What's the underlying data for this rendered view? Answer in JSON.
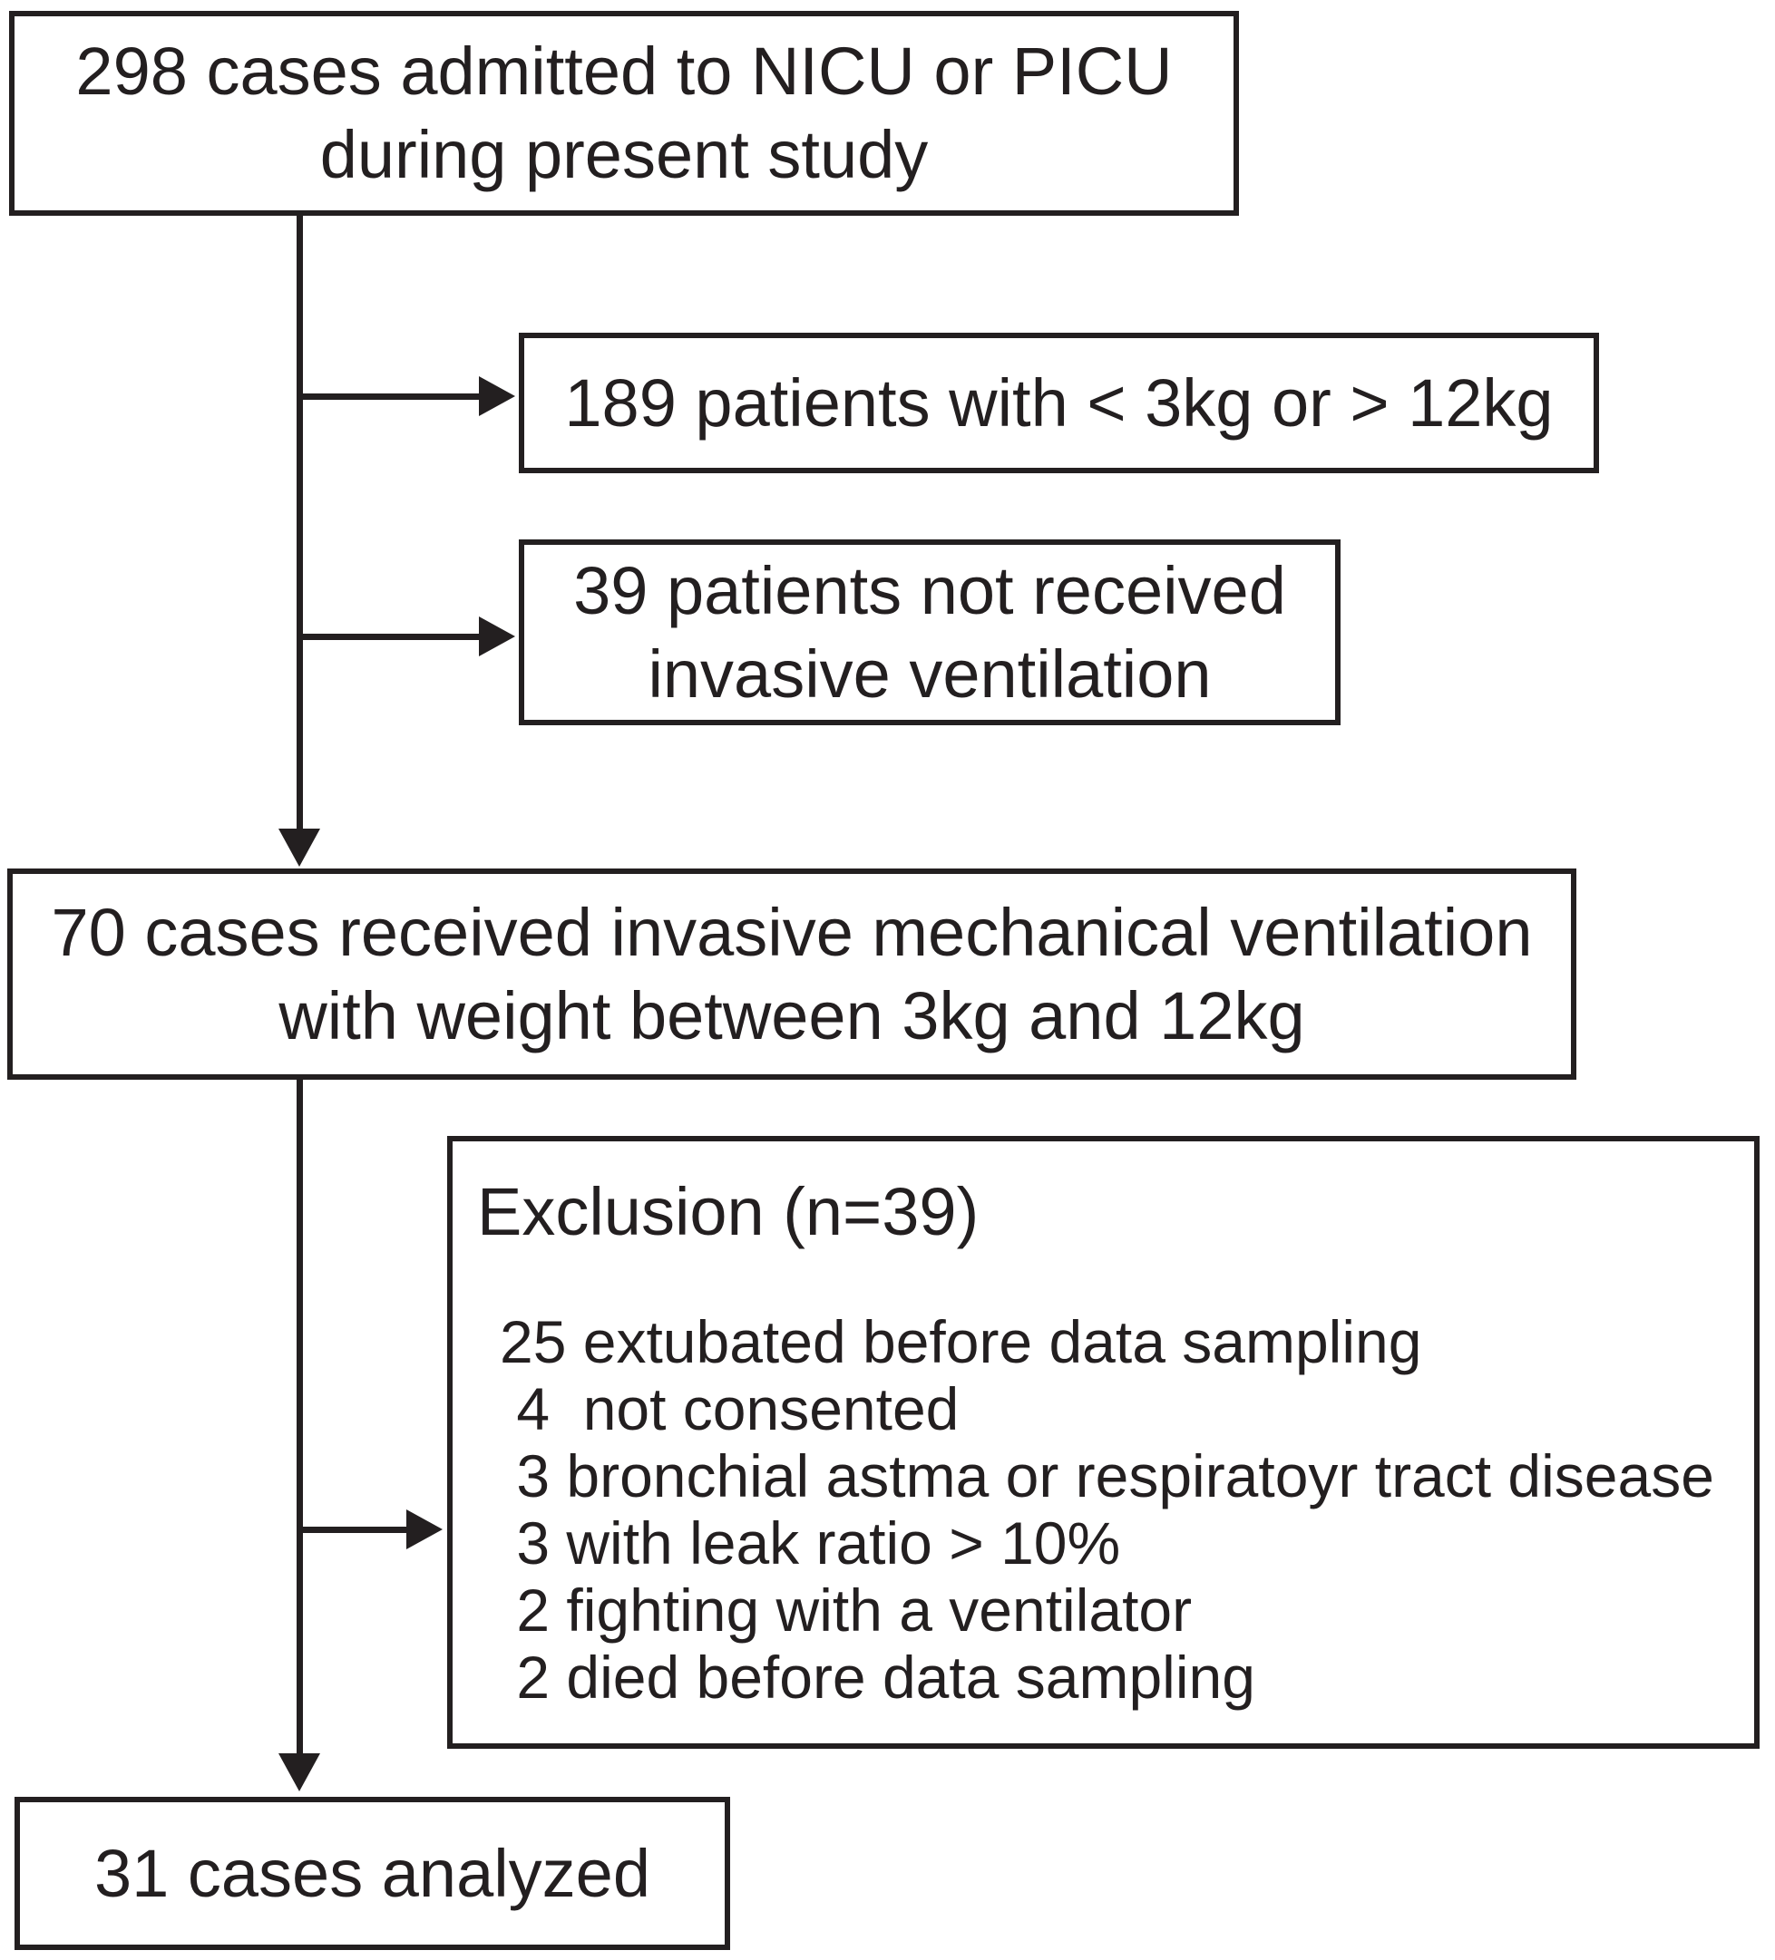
{
  "colors": {
    "ink": "#231f20",
    "background": "#ffffff"
  },
  "figure": {
    "box_admitted": {
      "line1": "298 cases admitted to NICU or PICU",
      "line2": "during present study"
    },
    "box_weight_excluded": {
      "line1": "189 patients with < 3kg or > 12kg"
    },
    "box_not_ventilated": {
      "line1": "39 patients not received",
      "line2": "invasive ventilation"
    },
    "box_ventilated": {
      "line1": "70 cases received invasive mechanical ventilation",
      "line2": "with weight between 3kg and 12kg"
    },
    "box_exclusion": {
      "title": "Exclusion (n=39)",
      "items": [
        "25 extubated before data sampling",
        " 4  not consented",
        " 3 bronchial astma or respiratoyr tract disease",
        " 3 with leak ratio > 10%",
        " 2 fighting with a ventilator",
        " 2 died before data sampling"
      ]
    },
    "box_analyzed": {
      "line1": "31 cases analyzed"
    }
  }
}
